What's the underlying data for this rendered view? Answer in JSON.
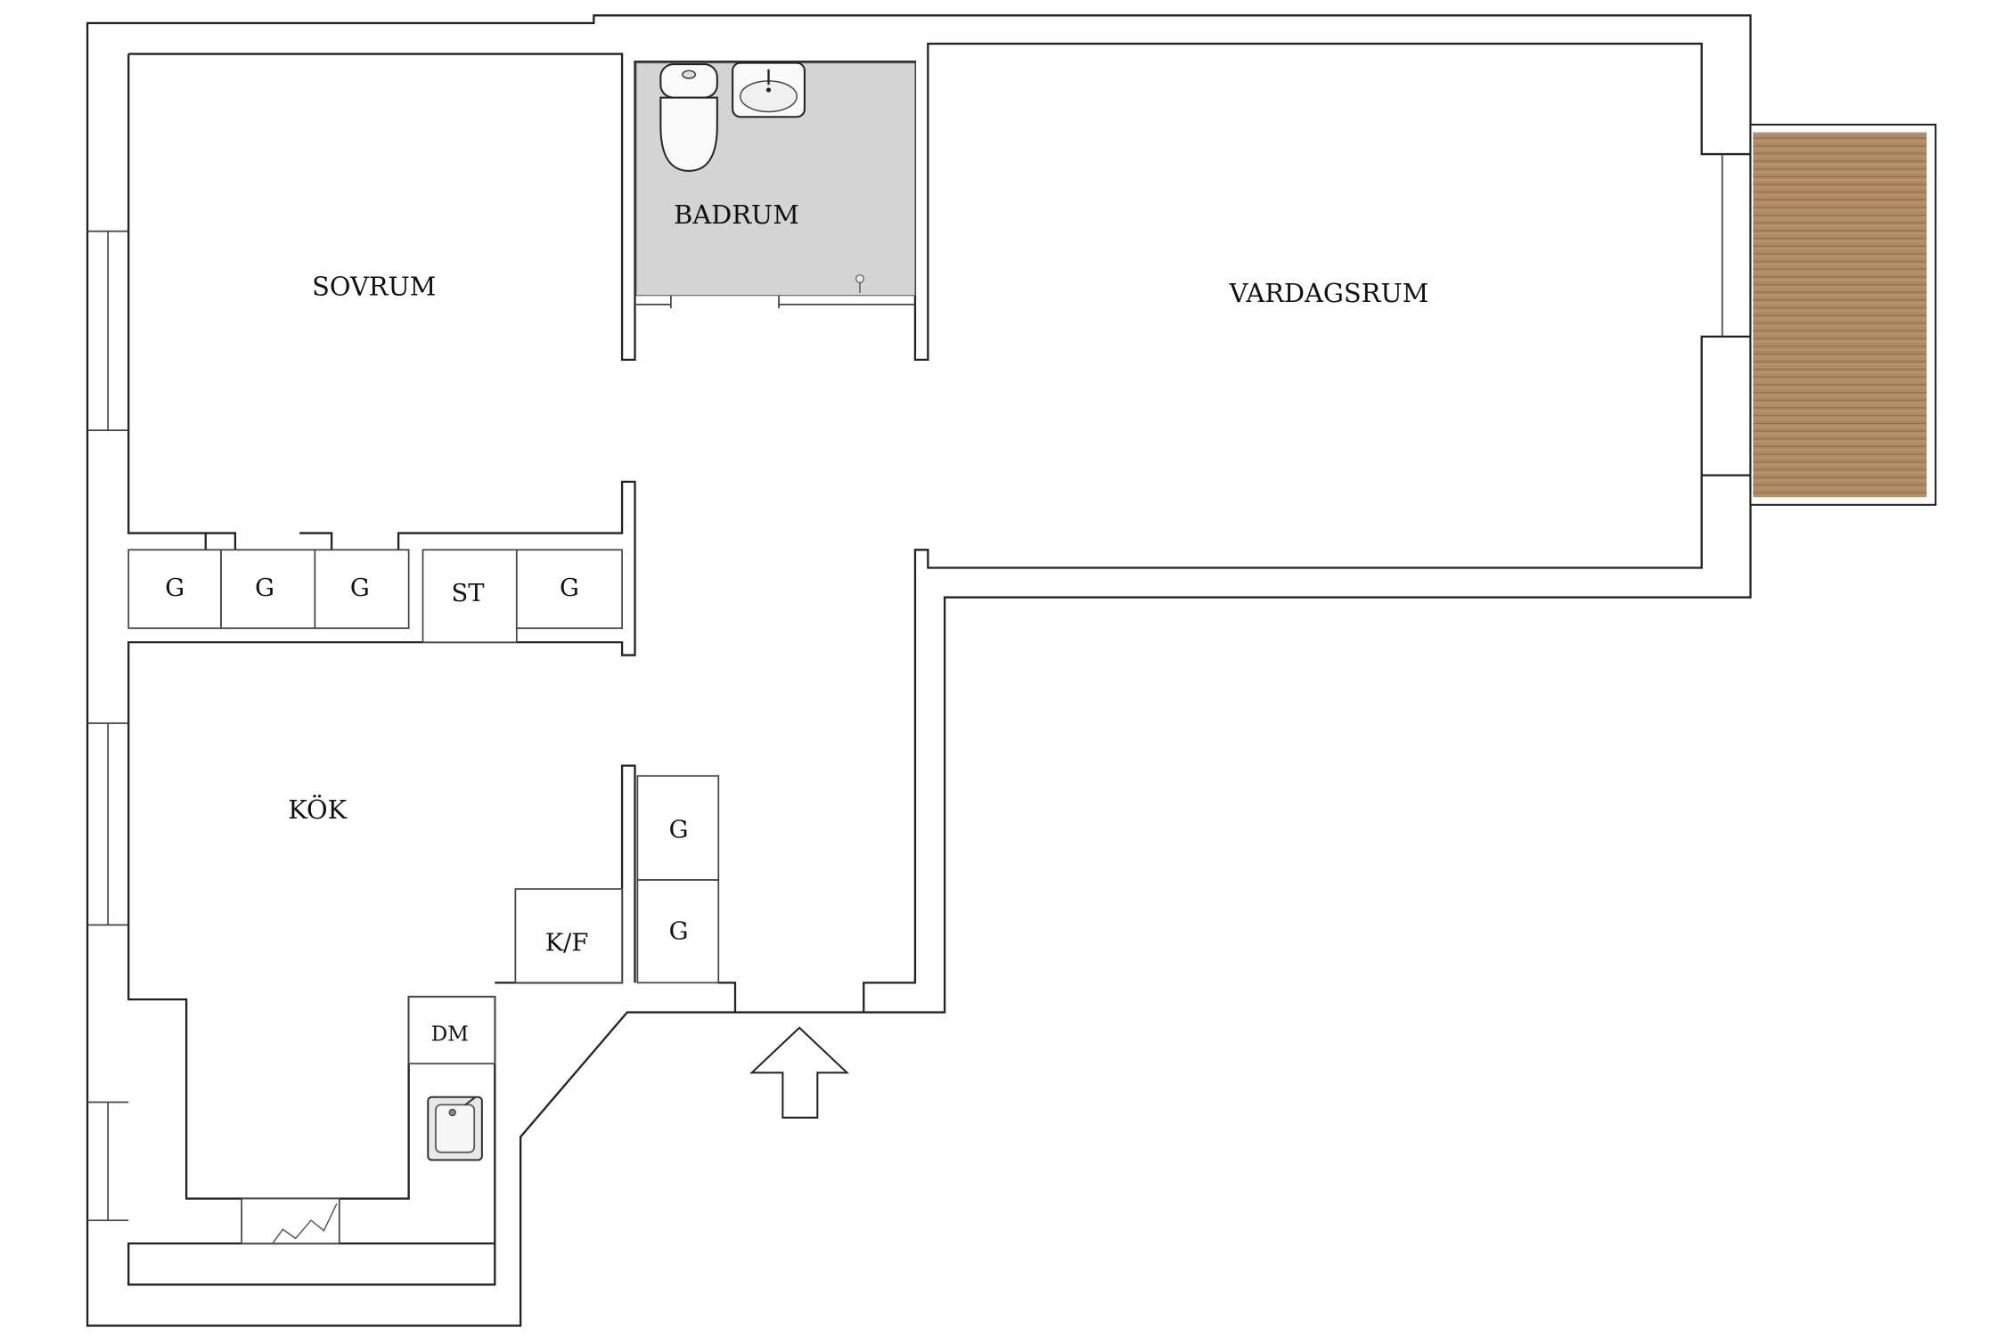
{
  "rooms": {
    "sovrum": "SOVRUM",
    "badrum": "BADRUM",
    "vardagsrum": "VARDAGSRUM",
    "kok": "KÖK"
  },
  "cabinets": {
    "g1": "G",
    "g2": "G",
    "g3": "G",
    "st": "ST",
    "g4": "G",
    "g5": "G",
    "g6": "G",
    "kf": "K/F",
    "dm": "DM"
  },
  "colors": {
    "bathroom_floor": "#d4d4d4",
    "deck": "#b08a62",
    "deck_line": "#8f6e4b",
    "wall": "#222222"
  },
  "icons": {
    "entrance": "up-arrow-icon",
    "toilet": "toilet-icon",
    "washbasin": "washbasin-icon",
    "sink": "kitchen-sink-icon",
    "floor_drain": "floor-drain-icon"
  }
}
